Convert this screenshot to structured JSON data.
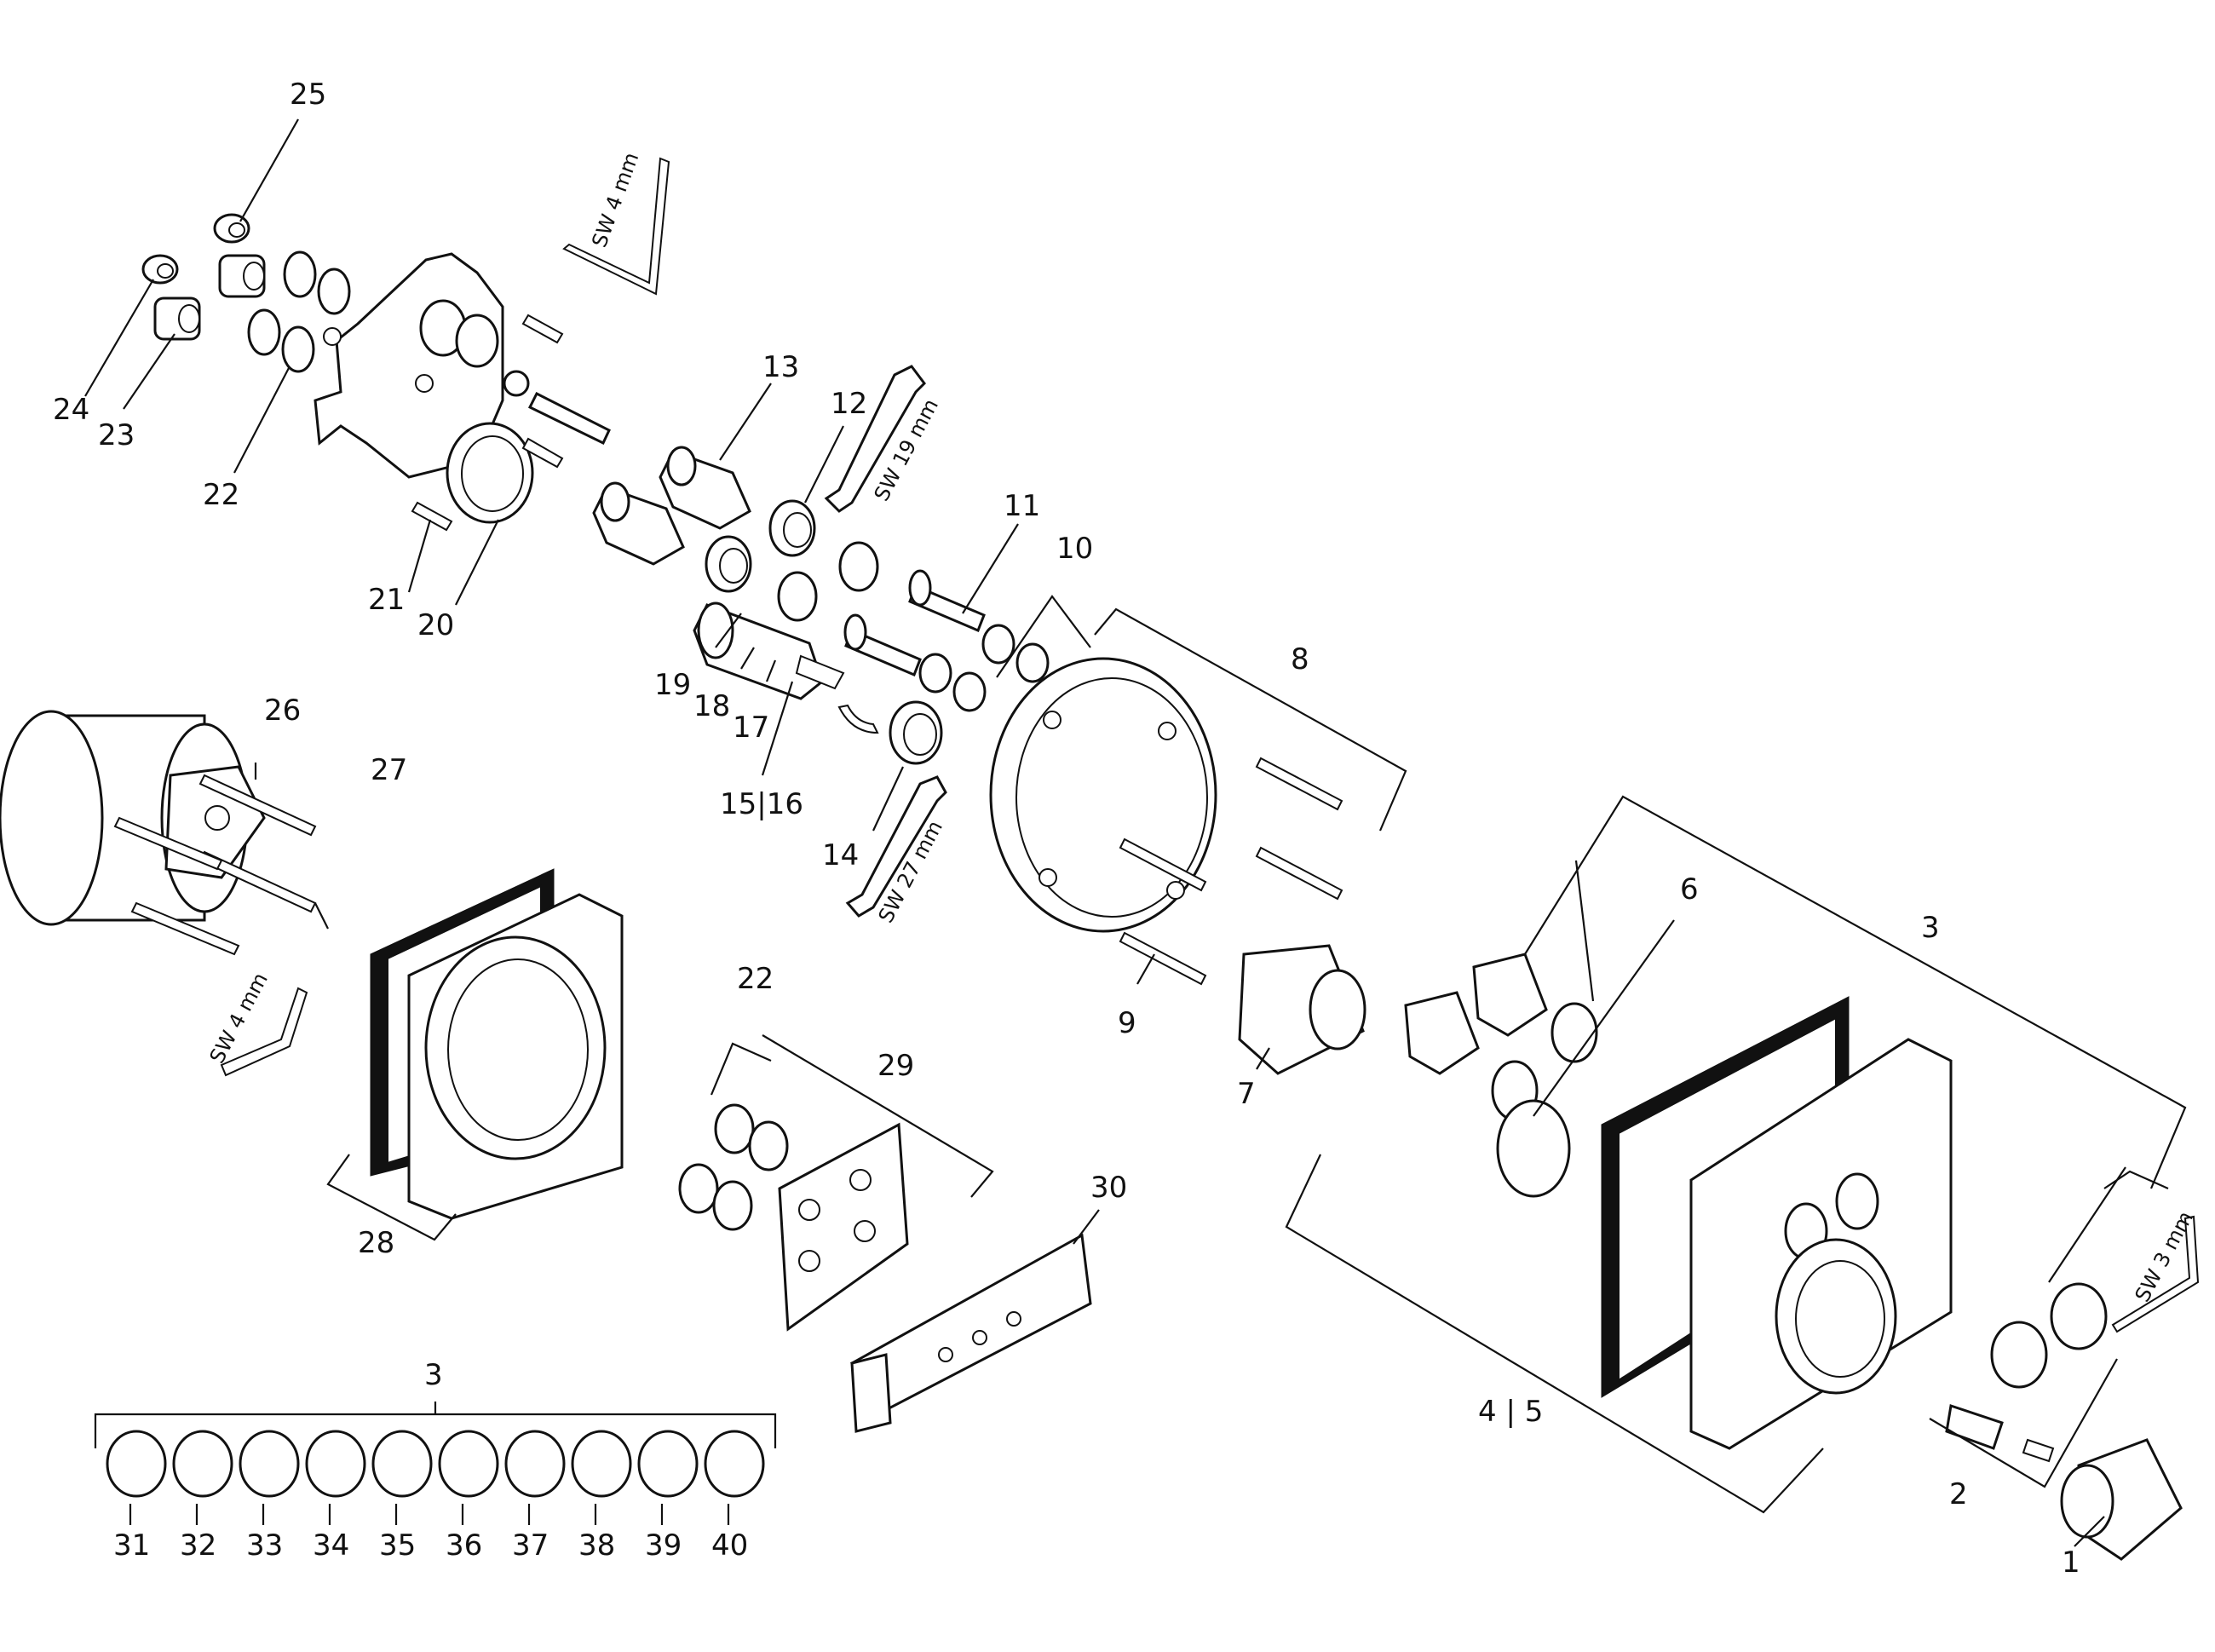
{
  "labels": {
    "n1": "1",
    "n2": "2",
    "n3a": "3",
    "n3b": "3",
    "n4_5": "4 | 5",
    "n6": "6",
    "n7": "7",
    "n8": "8",
    "n9": "9",
    "n10": "10",
    "n11": "11",
    "n12": "12",
    "n13": "13",
    "n14": "14",
    "n15_16": "15|16",
    "n17": "17",
    "n18": "18",
    "n19": "19",
    "n20": "20",
    "n21": "21",
    "n22a": "22",
    "n22b": "22",
    "n23": "23",
    "n24": "24",
    "n25": "25",
    "n26": "26",
    "n27": "27",
    "n28": "28",
    "n29": "29",
    "n30": "30",
    "n31": "31",
    "n32": "32",
    "n33": "33",
    "n34": "34",
    "n35": "35",
    "n36": "36",
    "n37": "37",
    "n38": "38",
    "n39": "39",
    "n40": "40"
  },
  "tools": {
    "allen_4mm_top": "SW 4 mm",
    "allen_4mm_left": "SW 4 mm",
    "wrench_19": "SW 19 mm",
    "wrench_27": "SW 27 mm",
    "allen_3mm": "SW 3 mm"
  },
  "icons": {
    "housing": "valve-body-icon",
    "cartridge": "thermostatic-cartridge-icon",
    "wrench": "open-end-wrench-icon",
    "allen_key": "allen-key-icon",
    "oring": "o-ring-icon",
    "plate": "cover-plate-icon",
    "knob": "knob-icon",
    "button": "push-button-icon"
  }
}
